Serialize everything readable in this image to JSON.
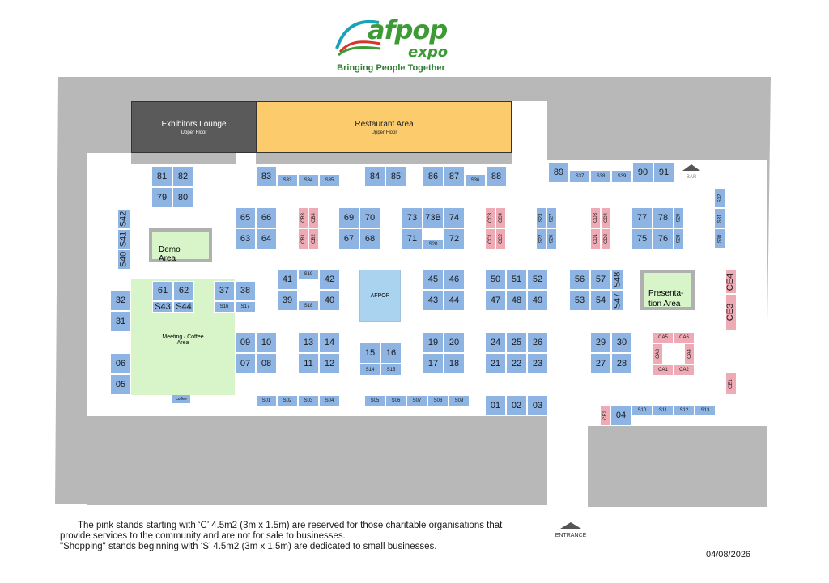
{
  "header": {
    "logo_word": "afpop",
    "logo_sub": "expo",
    "tagline": "Bringing People Together",
    "brand_colors": {
      "green": "#3d9b35",
      "teal": "#1aa3b8",
      "red": "#d9342b",
      "tagline": "#2e7d32"
    }
  },
  "zones": {
    "lounge_title": "Exhibitors Lounge",
    "lounge_sub": "Upper Floor",
    "restaurant_title": "Restaurant Area",
    "restaurant_sub": "Upper Floor",
    "demo": "Demo\nArea",
    "meeting": "Meeting / Coffee\nArea",
    "afpop": "AFPOP",
    "presentation": "Presenta-\ntion Area"
  },
  "labels": {
    "bar": "BAR",
    "entrance": "ENTRANCE",
    "coffee_mark": "coffee"
  },
  "colors": {
    "stand_blue": "#8db4e2",
    "stand_pink": "#eeaab5",
    "lounge": "#5a5a5a",
    "restaurant": "#fccc6c",
    "green_area": "#d7f5c9",
    "afpop_area": "#aad3f0",
    "hall": "#b8b8b8"
  },
  "stands": [
    {
      "l": "81",
      "c": "b"
    },
    {
      "l": "82",
      "c": "b"
    },
    {
      "l": "79",
      "c": "b"
    },
    {
      "l": "80",
      "c": "b"
    },
    {
      "l": "83",
      "c": "b"
    },
    {
      "l": "S33",
      "c": "b",
      "s": 1
    },
    {
      "l": "S34",
      "c": "b",
      "s": 1
    },
    {
      "l": "S35",
      "c": "b",
      "s": 1
    },
    {
      "l": "84",
      "c": "b"
    },
    {
      "l": "85",
      "c": "b"
    },
    {
      "l": "86",
      "c": "b"
    },
    {
      "l": "87",
      "c": "b"
    },
    {
      "l": "S36",
      "c": "b",
      "s": 1
    },
    {
      "l": "88",
      "c": "b"
    },
    {
      "l": "89",
      "c": "b"
    },
    {
      "l": "S37",
      "c": "b",
      "s": 1
    },
    {
      "l": "S38",
      "c": "b",
      "s": 1
    },
    {
      "l": "S39",
      "c": "b",
      "s": 1
    },
    {
      "l": "90",
      "c": "b"
    },
    {
      "l": "91",
      "c": "b"
    },
    {
      "l": "S42",
      "c": "b",
      "v": 1
    },
    {
      "l": "S41",
      "c": "b",
      "v": 1
    },
    {
      "l": "S40",
      "c": "b",
      "v": 1
    },
    {
      "l": "65",
      "c": "b"
    },
    {
      "l": "66",
      "c": "b"
    },
    {
      "l": "63",
      "c": "b"
    },
    {
      "l": "64",
      "c": "b"
    },
    {
      "l": "CB3",
      "c": "p",
      "v": 1,
      "s": 1
    },
    {
      "l": "CB4",
      "c": "p",
      "v": 1,
      "s": 1
    },
    {
      "l": "CB1",
      "c": "p",
      "v": 1,
      "s": 1
    },
    {
      "l": "CB2",
      "c": "p",
      "v": 1,
      "s": 1
    },
    {
      "l": "69",
      "c": "b"
    },
    {
      "l": "70",
      "c": "b"
    },
    {
      "l": "67",
      "c": "b"
    },
    {
      "l": "68",
      "c": "b"
    },
    {
      "l": "73",
      "c": "b"
    },
    {
      "l": "73B",
      "c": "b"
    },
    {
      "l": "74",
      "c": "b"
    },
    {
      "l": "71",
      "c": "b"
    },
    {
      "l": "S20",
      "c": "b",
      "s": 1
    },
    {
      "l": "72",
      "c": "b"
    },
    {
      "l": "CC3",
      "c": "p",
      "v": 1,
      "s": 1
    },
    {
      "l": "CC4",
      "c": "p",
      "v": 1,
      "s": 1
    },
    {
      "l": "CC1",
      "c": "p",
      "v": 1,
      "s": 1
    },
    {
      "l": "CC2",
      "c": "p",
      "v": 1,
      "s": 1
    },
    {
      "l": "S23",
      "c": "b",
      "v": 1,
      "s": 1
    },
    {
      "l": "S27",
      "c": "b",
      "v": 1,
      "s": 1
    },
    {
      "l": "S22",
      "c": "b",
      "v": 1,
      "s": 1
    },
    {
      "l": "S26",
      "c": "b",
      "v": 1,
      "s": 1
    },
    {
      "l": "CD3",
      "c": "p",
      "v": 1,
      "s": 1
    },
    {
      "l": "CD4",
      "c": "p",
      "v": 1,
      "s": 1
    },
    {
      "l": "CD1",
      "c": "p",
      "v": 1,
      "s": 1
    },
    {
      "l": "CD2",
      "c": "p",
      "v": 1,
      "s": 1
    },
    {
      "l": "77",
      "c": "b"
    },
    {
      "l": "78",
      "c": "b"
    },
    {
      "l": "S29",
      "c": "b",
      "v": 1,
      "s": 1
    },
    {
      "l": "75",
      "c": "b"
    },
    {
      "l": "76",
      "c": "b"
    },
    {
      "l": "S28",
      "c": "b",
      "v": 1,
      "s": 1
    },
    {
      "l": "S32",
      "c": "b",
      "v": 1,
      "s": 1
    },
    {
      "l": "S31",
      "c": "b",
      "v": 1,
      "s": 1
    },
    {
      "l": "S30",
      "c": "b",
      "v": 1,
      "s": 1
    },
    {
      "l": "41",
      "c": "b"
    },
    {
      "l": "S19",
      "c": "b",
      "s": 1
    },
    {
      "l": "42",
      "c": "b"
    },
    {
      "l": "39",
      "c": "b"
    },
    {
      "l": "S18",
      "c": "b",
      "s": 1
    },
    {
      "l": "40",
      "c": "b"
    },
    {
      "l": "45",
      "c": "b"
    },
    {
      "l": "46",
      "c": "b"
    },
    {
      "l": "43",
      "c": "b"
    },
    {
      "l": "44",
      "c": "b"
    },
    {
      "l": "50",
      "c": "b"
    },
    {
      "l": "51",
      "c": "b"
    },
    {
      "l": "52",
      "c": "b"
    },
    {
      "l": "47",
      "c": "b"
    },
    {
      "l": "48",
      "c": "b"
    },
    {
      "l": "49",
      "c": "b"
    },
    {
      "l": "56",
      "c": "b"
    },
    {
      "l": "57",
      "c": "b"
    },
    {
      "l": "S48",
      "c": "b",
      "v": 1
    },
    {
      "l": "53",
      "c": "b"
    },
    {
      "l": "54",
      "c": "b"
    },
    {
      "l": "S47",
      "c": "b",
      "v": 1
    },
    {
      "l": "CE4",
      "c": "p",
      "v": 1
    },
    {
      "l": "CE3",
      "c": "p",
      "v": 1
    },
    {
      "l": "CE1",
      "c": "p",
      "v": 1,
      "s": 1
    },
    {
      "l": "32",
      "c": "b"
    },
    {
      "l": "31",
      "c": "b"
    },
    {
      "l": "06",
      "c": "b"
    },
    {
      "l": "05",
      "c": "b"
    },
    {
      "l": "61",
      "c": "b"
    },
    {
      "l": "62",
      "c": "b"
    },
    {
      "l": "S43",
      "c": "b"
    },
    {
      "l": "S44",
      "c": "b"
    },
    {
      "l": "37",
      "c": "b"
    },
    {
      "l": "38",
      "c": "b"
    },
    {
      "l": "S16",
      "c": "b",
      "s": 1
    },
    {
      "l": "S17",
      "c": "b",
      "s": 1
    },
    {
      "l": "09",
      "c": "b"
    },
    {
      "l": "10",
      "c": "b"
    },
    {
      "l": "07",
      "c": "b"
    },
    {
      "l": "08",
      "c": "b"
    },
    {
      "l": "13",
      "c": "b"
    },
    {
      "l": "14",
      "c": "b"
    },
    {
      "l": "11",
      "c": "b"
    },
    {
      "l": "12",
      "c": "b"
    },
    {
      "l": "15",
      "c": "b"
    },
    {
      "l": "16",
      "c": "b"
    },
    {
      "l": "S14",
      "c": "b",
      "s": 1
    },
    {
      "l": "S15",
      "c": "b",
      "s": 1
    },
    {
      "l": "19",
      "c": "b"
    },
    {
      "l": "20",
      "c": "b"
    },
    {
      "l": "17",
      "c": "b"
    },
    {
      "l": "18",
      "c": "b"
    },
    {
      "l": "24",
      "c": "b"
    },
    {
      "l": "25",
      "c": "b"
    },
    {
      "l": "26",
      "c": "b"
    },
    {
      "l": "21",
      "c": "b"
    },
    {
      "l": "22",
      "c": "b"
    },
    {
      "l": "23",
      "c": "b"
    },
    {
      "l": "29",
      "c": "b"
    },
    {
      "l": "30",
      "c": "b"
    },
    {
      "l": "27",
      "c": "b"
    },
    {
      "l": "28",
      "c": "b"
    },
    {
      "l": "CA5",
      "c": "p",
      "s": 1
    },
    {
      "l": "CA6",
      "c": "p",
      "s": 1
    },
    {
      "l": "CA3",
      "c": "p",
      "v": 1,
      "s": 1
    },
    {
      "l": "CA4",
      "c": "p",
      "v": 1,
      "s": 1
    },
    {
      "l": "CA1",
      "c": "p",
      "s": 1
    },
    {
      "l": "CA2",
      "c": "p",
      "s": 1
    },
    {
      "l": "S01",
      "c": "b",
      "s": 1
    },
    {
      "l": "S02",
      "c": "b",
      "s": 1
    },
    {
      "l": "S03",
      "c": "b",
      "s": 1
    },
    {
      "l": "S04",
      "c": "b",
      "s": 1
    },
    {
      "l": "S05",
      "c": "b",
      "s": 1
    },
    {
      "l": "S06",
      "c": "b",
      "s": 1
    },
    {
      "l": "S07",
      "c": "b",
      "s": 1
    },
    {
      "l": "S08",
      "c": "b",
      "s": 1
    },
    {
      "l": "S09",
      "c": "b",
      "s": 1
    },
    {
      "l": "01",
      "c": "b"
    },
    {
      "l": "02",
      "c": "b"
    },
    {
      "l": "03",
      "c": "b"
    },
    {
      "l": "CE2",
      "c": "p",
      "v": 1,
      "s": 1
    },
    {
      "l": "04",
      "c": "b"
    },
    {
      "l": "S10",
      "c": "b",
      "s": 1
    },
    {
      "l": "S11",
      "c": "b",
      "s": 1
    },
    {
      "l": "S12",
      "c": "b",
      "s": 1
    },
    {
      "l": "S13",
      "c": "b",
      "s": 1
    }
  ],
  "footer": {
    "note_line1": "The pink stands starting with ‘C’ 4.5m2 (3m x 1.5m) are reserved for those charitable organisations that",
    "note_line2": "provide services to the community and are not for sale to businesses.",
    "note_line3": "\"Shopping\" stands beginning with ‘S’ 4.5m2 (3m x 1.5m) are dedicated to small businesses.",
    "date": "04/08/2026"
  }
}
